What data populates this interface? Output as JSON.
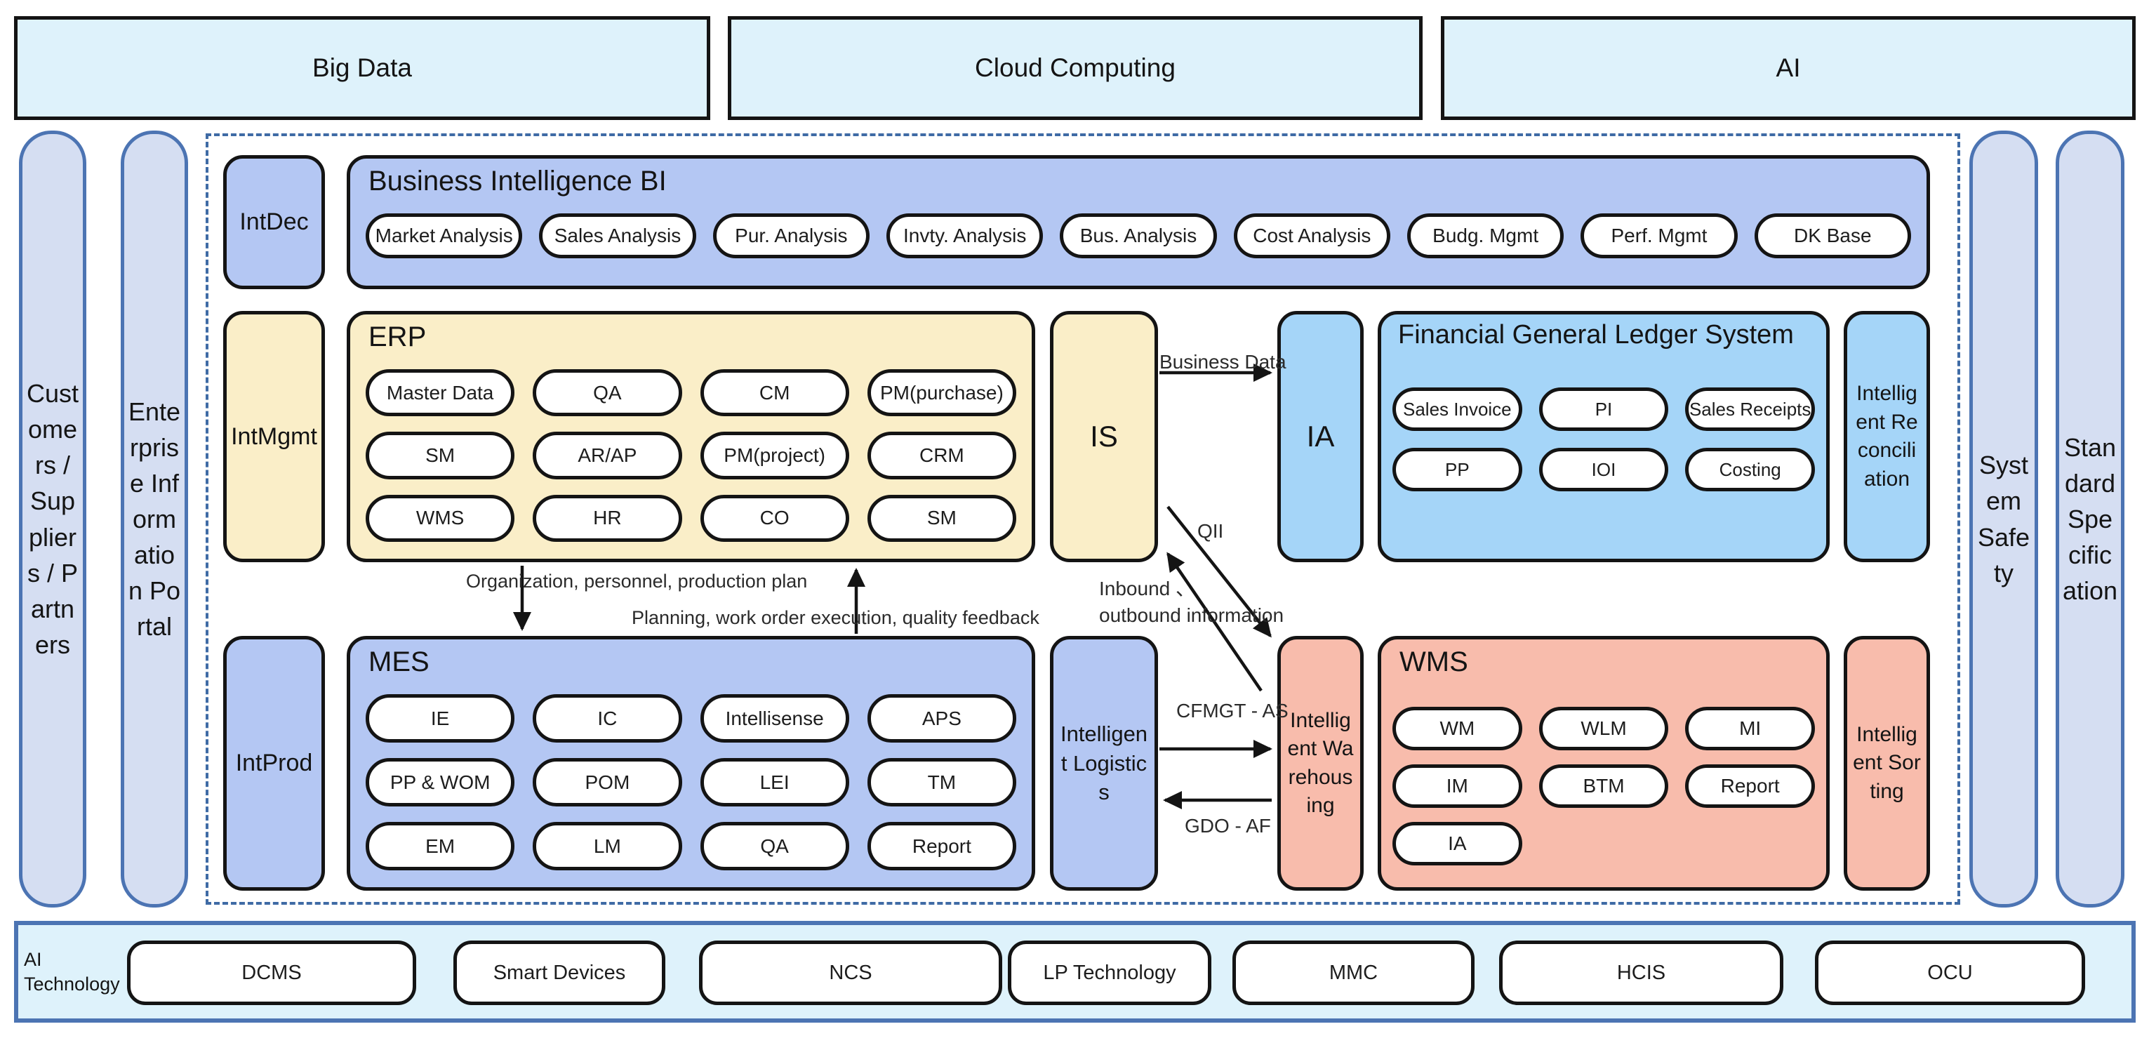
{
  "top_banners": {
    "big_data": "Big Data",
    "cloud": "Cloud Computing",
    "ai": "AI"
  },
  "side_bars": {
    "customers": "Customers / Suppliers / Partners",
    "portal": "Enterprise Information Portal",
    "safety": "System Safety",
    "standard": "Standard Specification"
  },
  "bi": {
    "side_label": "IntDec",
    "title": "Business Intelligence BI",
    "pills": [
      "Market Analysis",
      "Sales Analysis",
      "Pur. Analysis",
      "Invty. Analysis",
      "Bus. Analysis",
      "Cost Analysis",
      "Budg.  Mgmt",
      "Perf. Mgmt",
      "DK Base"
    ]
  },
  "erp": {
    "side_label": "IntMgmt",
    "title": "ERP",
    "pills": [
      "Master Data",
      "QA",
      "CM",
      "PM(purchase)",
      "SM",
      "AR/AP",
      "PM(project)",
      "CRM",
      "WMS",
      "HR",
      "CO",
      "SM"
    ]
  },
  "mid": {
    "is_label": "IS",
    "ia_label": "IA",
    "reconciliation": "Intelligent Reconciliation",
    "logistics": "Intelligent Logistics",
    "warehousing": "Intelligent Warehousing",
    "sorting": "Intelligent Sorting"
  },
  "gl": {
    "title": "Financial General Ledger System",
    "pills": [
      "Sales Invoice",
      "PI",
      "Sales Receipts",
      "PP",
      "IOI",
      "Costing"
    ]
  },
  "mes": {
    "side_label": "IntProd",
    "title": "MES",
    "pills": [
      "IE",
      "IC",
      "Intellisense",
      "APS",
      "PP & WOM",
      "POM",
      "LEI",
      "TM",
      "EM",
      "LM",
      "QA",
      "Report"
    ]
  },
  "wms": {
    "title": "WMS",
    "pills": [
      "WM",
      "WLM",
      "MI",
      "IM",
      "BTM",
      "Report",
      "IA"
    ]
  },
  "flows": {
    "org": "Organization, personnel, production plan",
    "planning": "Planning, work order execution, quality feedback",
    "business_data": "Business Data",
    "qii": "QII",
    "inbound": "Inbound 、\noutbound information",
    "cfmgt": "CFMGT - AS",
    "gdo": "GDO - AF"
  },
  "bottom_band": {
    "label": "AI Technology",
    "pills": [
      "DCMS",
      "Smart Devices",
      "NCS",
      "LP Technology",
      "MMC",
      "HCIS",
      "OCU"
    ]
  },
  "colors": {
    "banner_bg": "#DEF2FB",
    "periwinkle": "#B4C7F3",
    "cream": "#FAEEC8",
    "sky_blue": "#A5D5F8",
    "salmon": "#F8BCAC",
    "bar_bg": "#D5DEF2",
    "frame_blue": "#4C74B3",
    "dashed_blue": "#3F6BA5",
    "line_black": "#141414"
  }
}
